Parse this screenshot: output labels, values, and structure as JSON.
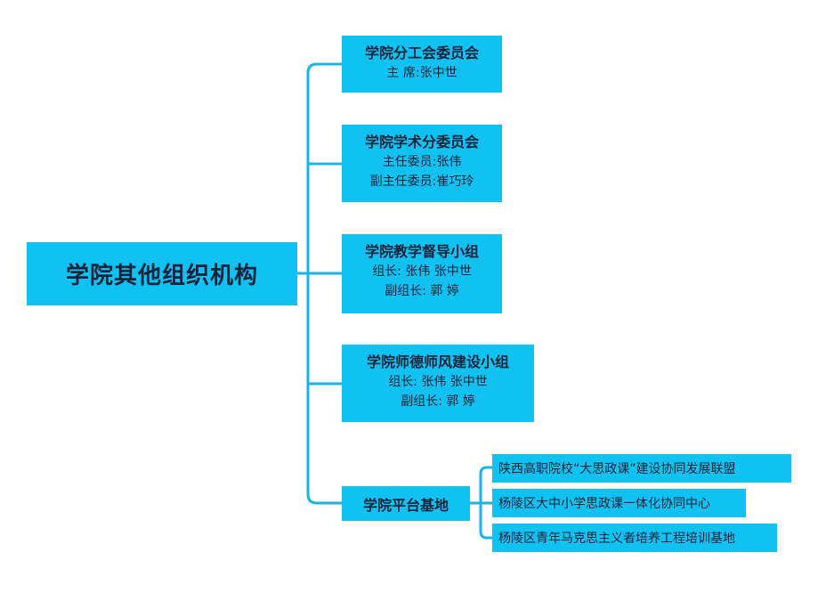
{
  "root": {
    "title": "学院其他组织机构"
  },
  "branches": [
    {
      "title": "学院分工会委员会",
      "lines": [
        "主 席:张中世"
      ]
    },
    {
      "title": "学院学术分委员会",
      "lines": [
        "主任委员:张伟",
        "副主任委员:崔巧玲"
      ]
    },
    {
      "title": "学院教学督导小组",
      "lines": [
        "组长: 张伟 张中世",
        "副组长:  郭  婷"
      ]
    },
    {
      "title": "学院师德师风建设小组",
      "lines": [
        "组长: 张伟 张中世",
        "副组长: 郭  婷"
      ]
    }
  ],
  "platform": {
    "title": "学院平台基地",
    "children": [
      "陕西高职院校“大思政课”建设协同发展联盟",
      "杨陵区大中小学思政课一体化协同中心",
      "杨陵区青年马克思主义者培养工程培训基地"
    ]
  },
  "colors": {
    "box": "#10c2f2",
    "connector": "#18b4e8",
    "text": "#13233a"
  }
}
